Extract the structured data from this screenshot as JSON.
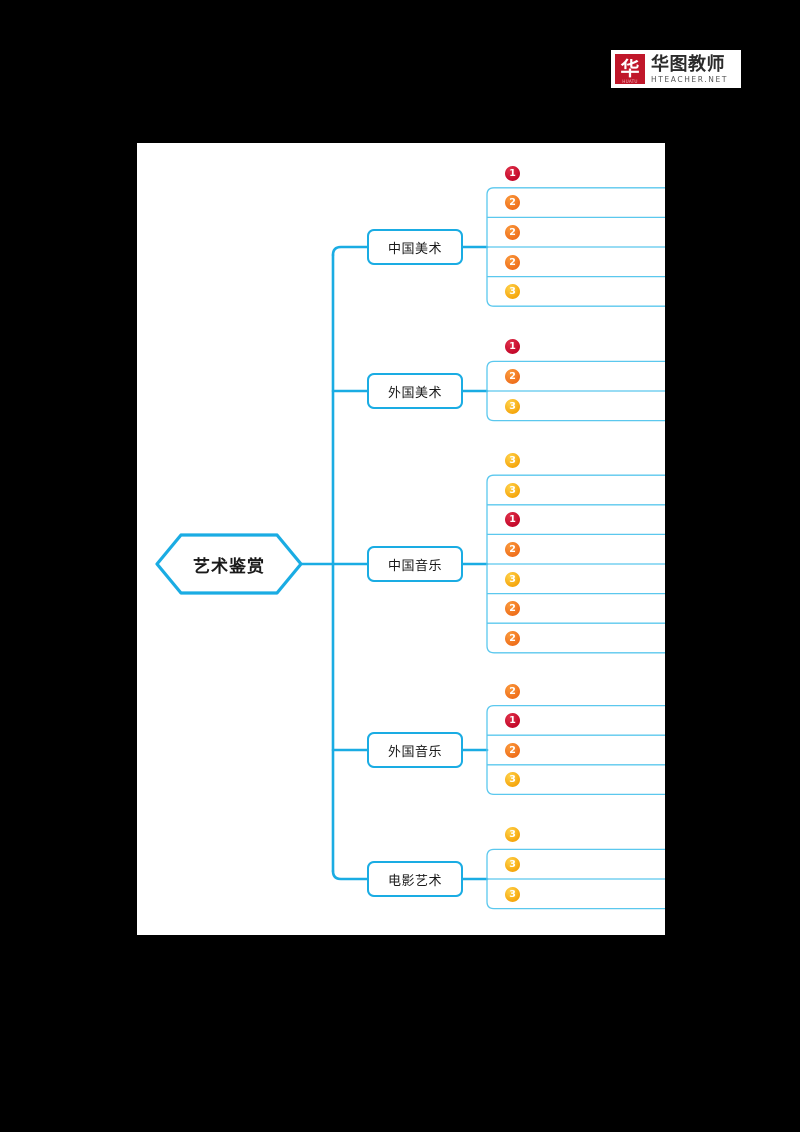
{
  "logo": {
    "mark_glyph": "华",
    "mark_subtext": "HUATU",
    "name_cn": "华图教师",
    "name_en": "HTEACHER.NET"
  },
  "mindmap": {
    "root": {
      "label": "艺术鉴赏"
    },
    "accent_color": "#1aace3",
    "connector_color": "#5bc8ee",
    "badge_colors": {
      "lvl1": "#c4092b",
      "lvl2": "#ef6f1c",
      "lvl3": "#f5a60d"
    },
    "branches": [
      {
        "label": "中国美术",
        "leaves": [
          {
            "level": "1",
            "num": "1",
            "text": ""
          },
          {
            "level": "2",
            "num": "2",
            "text": ""
          },
          {
            "level": "2",
            "num": "2",
            "text": ""
          },
          {
            "level": "2",
            "num": "2",
            "text": ""
          },
          {
            "level": "3",
            "num": "3",
            "text": ""
          }
        ]
      },
      {
        "label": "外国美术",
        "leaves": [
          {
            "level": "1",
            "num": "1",
            "text": ""
          },
          {
            "level": "2",
            "num": "2",
            "text": ""
          },
          {
            "level": "3",
            "num": "3",
            "text": ""
          }
        ]
      },
      {
        "label": "中国音乐",
        "leaves": [
          {
            "level": "3",
            "num": "3",
            "text": ""
          },
          {
            "level": "3",
            "num": "3",
            "text": ""
          },
          {
            "level": "1",
            "num": "1",
            "text": ""
          },
          {
            "level": "2",
            "num": "2",
            "text": ""
          },
          {
            "level": "3",
            "num": "3",
            "text": ""
          },
          {
            "level": "2",
            "num": "2",
            "text": ""
          },
          {
            "level": "2",
            "num": "2",
            "text": ""
          }
        ]
      },
      {
        "label": "外国音乐",
        "leaves": [
          {
            "level": "2",
            "num": "2",
            "text": ""
          },
          {
            "level": "1",
            "num": "1",
            "text": ""
          },
          {
            "level": "2",
            "num": "2",
            "text": ""
          },
          {
            "level": "3",
            "num": "3",
            "text": ""
          }
        ]
      },
      {
        "label": "电影艺术",
        "leaves": [
          {
            "level": "3",
            "num": "3",
            "text": ""
          },
          {
            "level": "3",
            "num": "3",
            "text": ""
          },
          {
            "level": "3",
            "num": "3",
            "text": ""
          }
        ]
      }
    ]
  }
}
